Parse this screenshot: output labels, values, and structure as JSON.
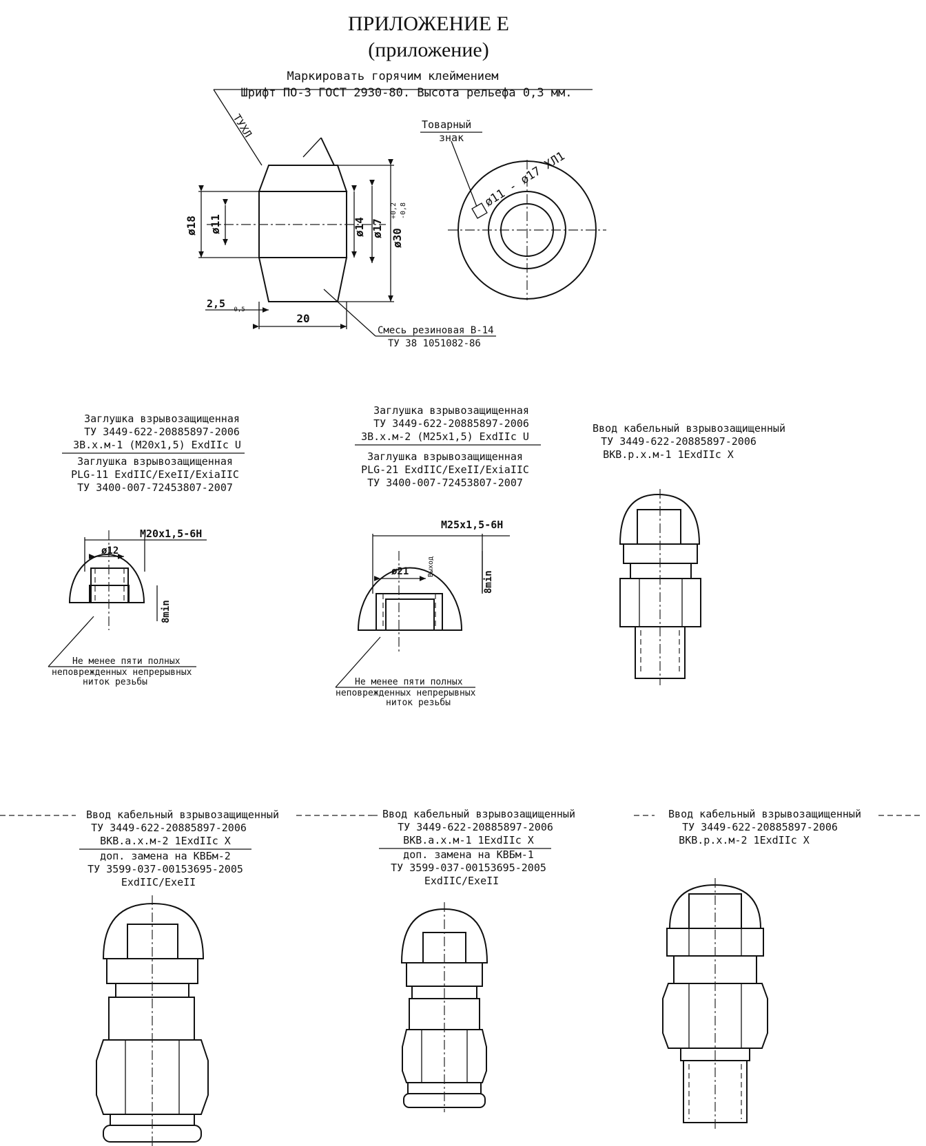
{
  "header": {
    "title": "ПРИЛОЖЕНИЕ Е",
    "subtitle": "(приложение)"
  },
  "drawing_top": {
    "marking_line1": "Маркировать горячим клеймением",
    "marking_line2": "Шрифт ПО-3 ГОСТ 2930-80. Высота рельефа 0,3 мм.",
    "marking_code": "ТУХЛ",
    "trademark_line1": "Товарный",
    "trademark_line2": "знак",
    "dim_d18": "ø18",
    "dim_d11": "ø11",
    "dim_d14": "ø14",
    "dim_d17": "ø17",
    "dim_d30": "ø30",
    "dim_d30_tol_upper": "+0,2",
    "dim_d30_tol_lower": "-0,8",
    "dim_chamfer": "2,5",
    "dim_chamfer_tol": "-0,5",
    "dim_length": "20",
    "ring_text": "ø11 - ø17 ХЛ1",
    "material_line1": "Смесь резиновая В-14",
    "material_line2": "ТУ 38 1051082-86"
  },
  "cap1": {
    "title1": "Заглушка взрывозащищенная",
    "title2": "ТУ 3449-622-20885897-2006",
    "title3": "ЗВ.х.м-1 (М20х1,5) ExdIIc U",
    "alt1": "Заглушка взрывозащищенная",
    "alt2": "PLG-11 ExdIIC/ExeII/ExiaIIC",
    "alt3": "ТУ 3400-007-72453807-2007",
    "thread": "М20х1,5-6Н",
    "dia": "ø12",
    "min": "8min",
    "note1": "Не менее пяти полных",
    "note2": "неповрежденных непрерывных",
    "note3": "ниток резьбы"
  },
  "cap2": {
    "title1": "Заглушка взрывозащищенная",
    "title2": "ТУ 3449-622-20885897-2006",
    "title3": "ЗВ.х.м-2 (М25х1,5) ExdIIc U",
    "alt1": "Заглушка взрывозащищенная",
    "alt2": "PLG-21 ExdIIC/ExeII/ExiaIIC",
    "alt3": "ТУ 3400-007-72453807-2007",
    "thread": "М25х1,5-6Н",
    "dia": "ø21",
    "undercut": "Выход",
    "min": "8min",
    "note1": "Не менее пяти полных",
    "note2": "неповрежденных непрерывных",
    "note3": "ниток резьбы"
  },
  "entry1": {
    "title1": "Ввод кабельный взрывозащищенный",
    "title2": "ТУ 3449-622-20885897-2006",
    "title3": "ВКВ.р.х.м-1 1ExdIIc X"
  },
  "entry2": {
    "title1": "Ввод кабельный взрывозащищенный",
    "title2": "ТУ 3449-622-20885897-2006",
    "title3": "ВКВ.а.х.м-2 1ExdIIc X",
    "alt1": "доп. замена на КВБм-2",
    "alt2": "ТУ 3599-037-00153695-2005",
    "alt3": "ExdIIC/ExeII"
  },
  "entry3": {
    "title1": "Ввод кабельный взрывозащищенный",
    "title2": "ТУ 3449-622-20885897-2006",
    "title3": "ВКВ.а.х.м-1 1ExdIIc X",
    "alt1": "доп. замена на КВБм-1",
    "alt2": "ТУ 3599-037-00153695-2005",
    "alt3": "ExdIIC/ExeII"
  },
  "entry4": {
    "title1": "Ввод кабельный взрывозащищенный",
    "title2": "ТУ 3449-622-20885897-2006",
    "title3": "ВКВ.р.х.м-2 1ExdIIc X"
  }
}
